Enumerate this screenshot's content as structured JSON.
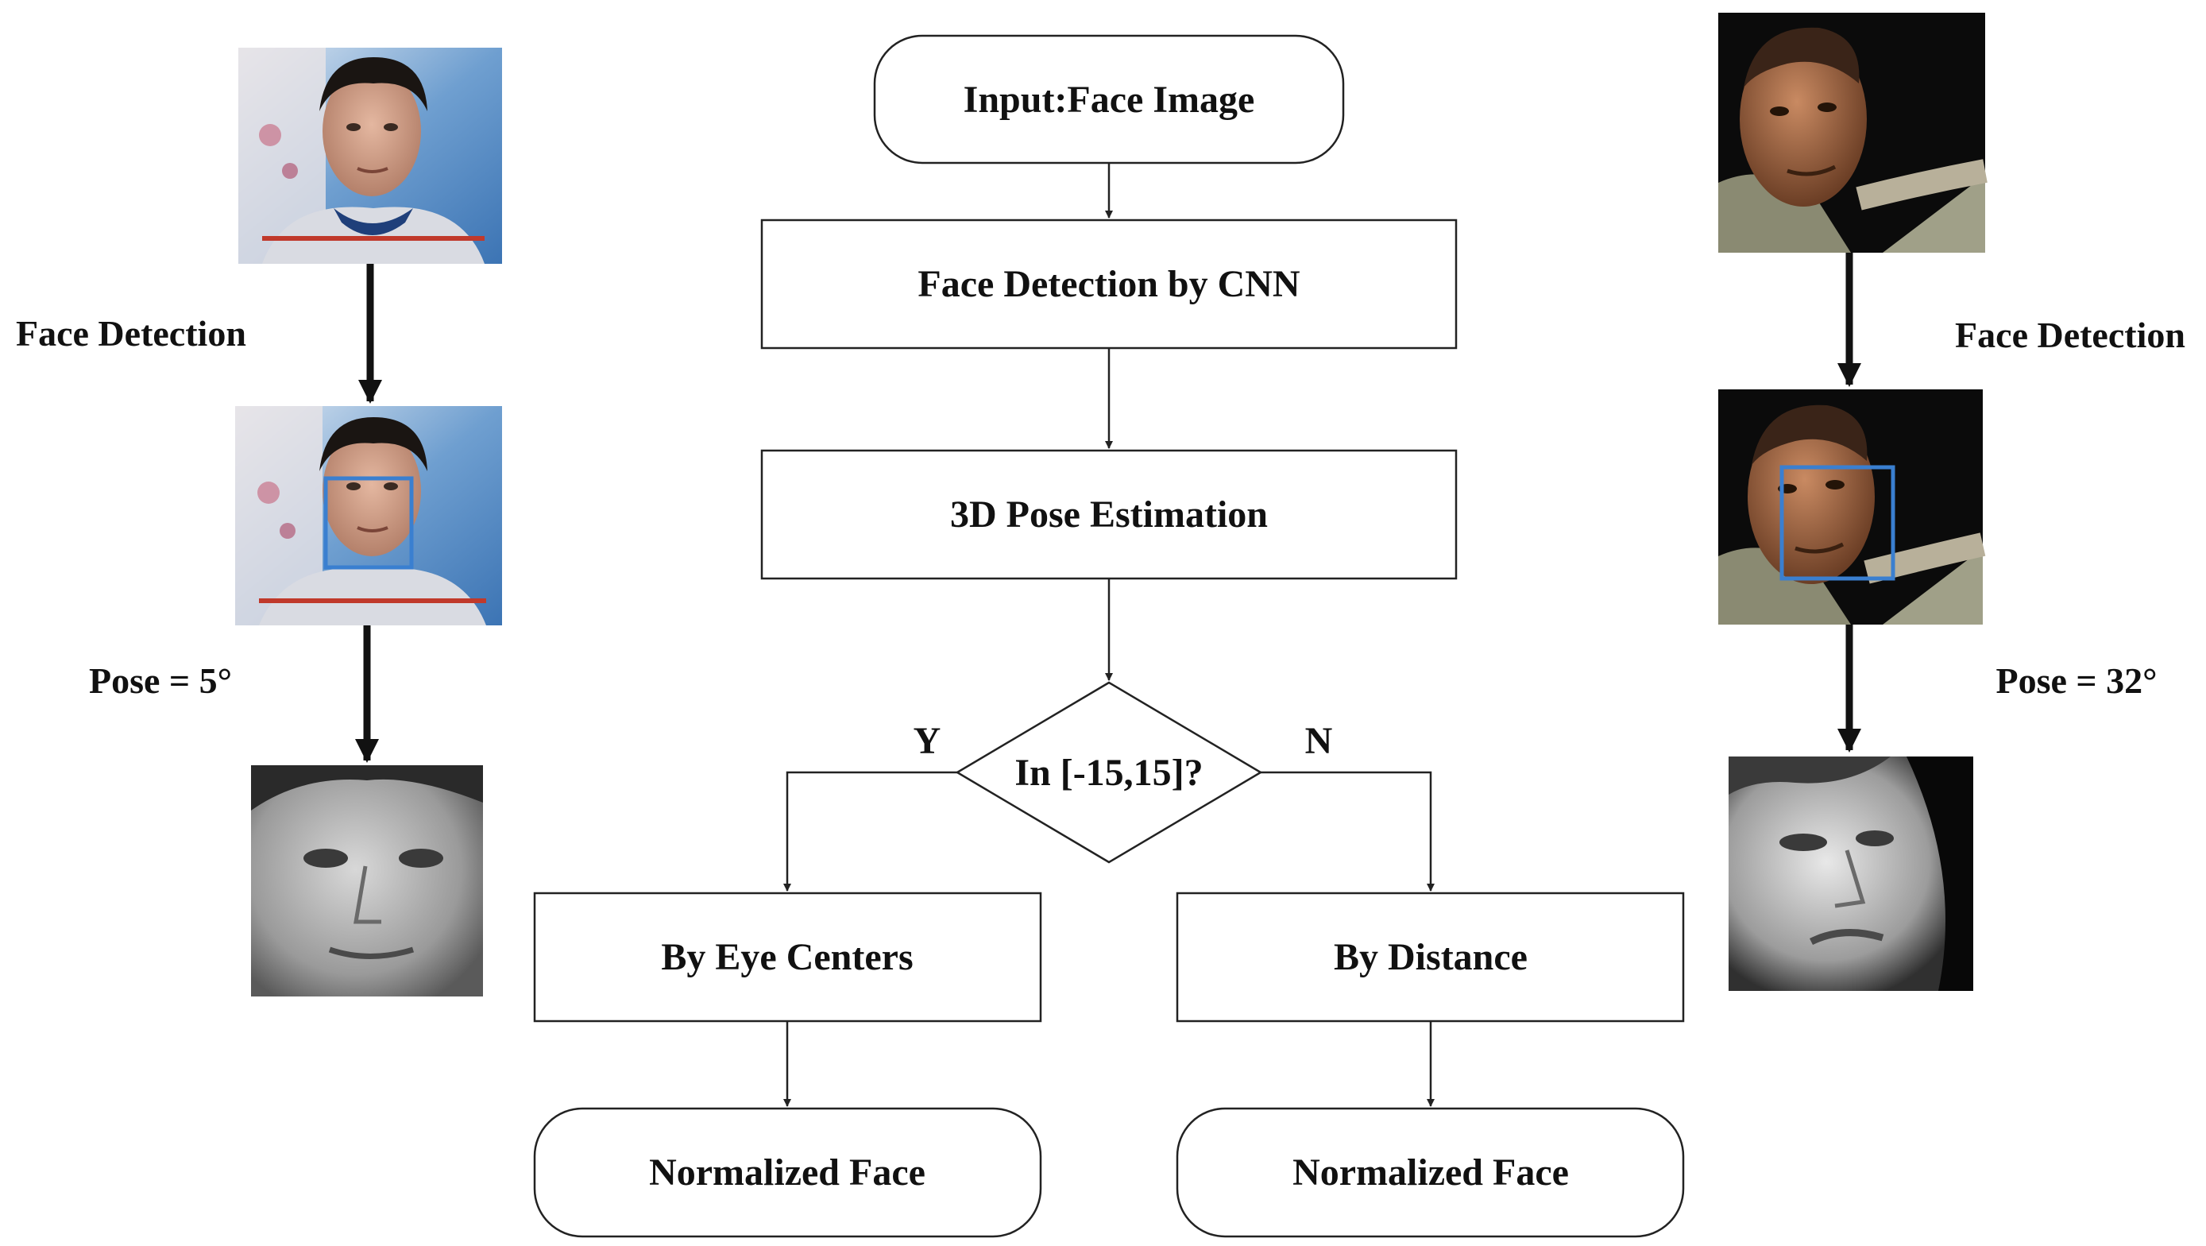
{
  "flowchart": {
    "input": "Input:Face Image",
    "detection": "Face Detection by CNN",
    "pose_estimation": "3D Pose Estimation",
    "decision": "In [-15,15]?",
    "yes_label": "Y",
    "no_label": "N",
    "by_eye_centers": "By Eye Centers",
    "by_distance": "By Distance",
    "normalized_left": "Normalized Face",
    "normalized_right": "Normalized Face"
  },
  "left_example": {
    "step_label": "Face Detection",
    "pose_label": "Pose = 5°",
    "bbox_color": "#3a7fd0"
  },
  "right_example": {
    "step_label": "Face Detection",
    "pose_label": "Pose = 32°",
    "bbox_color": "#3a7fd0"
  }
}
